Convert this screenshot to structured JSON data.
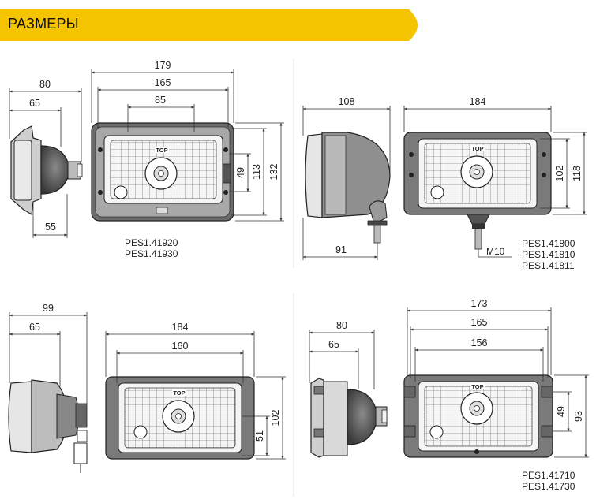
{
  "header": {
    "title": "РАЗМЕРЫ",
    "accent_color": "#F5C400"
  },
  "lamp_marking": "TOP",
  "groups": {
    "g1": {
      "side_dims": [
        "80",
        "65",
        "55"
      ],
      "front_dims": [
        "179",
        "165",
        "85",
        "49",
        "113",
        "132"
      ],
      "codes": [
        "PES1.41920",
        "PES1.41930"
      ]
    },
    "g2": {
      "side_dims": [
        "108",
        "91"
      ],
      "front_dims": [
        "184",
        "102",
        "118"
      ],
      "thread": "M10",
      "codes": [
        "PES1.41800",
        "PES1.41810",
        "PES1.41811"
      ]
    },
    "g3": {
      "side_dims": [
        "99",
        "65"
      ],
      "front_dims": [
        "184",
        "160",
        "51",
        "102"
      ]
    },
    "g4": {
      "side_dims": [
        "80",
        "65"
      ],
      "front_dims": [
        "173",
        "165",
        "156",
        "49",
        "93"
      ],
      "codes": [
        "PES1.41710",
        "PES1.41730"
      ]
    }
  }
}
